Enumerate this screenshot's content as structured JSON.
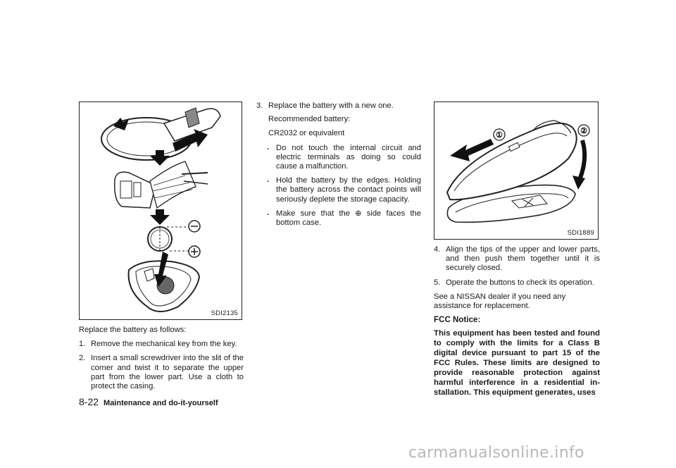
{
  "left_column": {
    "figure_code": "SDI2135",
    "intro": "Replace the battery as follows:",
    "steps": [
      {
        "num": "1.",
        "text": "Remove the mechanical key from the key."
      },
      {
        "num": "2.",
        "text": "Insert a small screwdriver into the slit of the corner and twist it to separate the upper part from the lower part. Use a cloth to protect the casing."
      }
    ]
  },
  "middle_column": {
    "step3": {
      "num": "3.",
      "text": "Replace the battery with a new one."
    },
    "recommended_label": "Recommended battery:",
    "battery_type": "CR2032 or equivalent",
    "bullets": [
      "Do not touch the internal circuit and electric terminals as doing so could cause a malfunction.",
      "Hold the battery by the edges. Holding the battery across the contact points will seriously deplete the storage capacity.",
      "Make sure that the ⊕ side faces the bottom case."
    ],
    "bullet_symbol": "."
  },
  "right_column": {
    "figure_code": "SDI1889",
    "figure_labels": [
      "①",
      "②"
    ],
    "steps": [
      {
        "num": "4.",
        "text": "Align the tips of the upper and lower parts, and then push them together until it is securely closed."
      },
      {
        "num": "5.",
        "text": "Operate the buttons to check its operation."
      }
    ],
    "dealer_note": "See a NISSAN dealer if you need any assistance for replacement.",
    "fcc_heading": "FCC Notice:",
    "fcc_text": "This equipment has been tested and found to comply with the limits for a Class B digital device pursuant to part 15 of the FCC Rules. These limits are designed to provide reasonable protection against harmful interference in a residential in-stallation. This equipment generates, uses"
  },
  "footer": {
    "page_number": "8-22",
    "section_title": "Maintenance and do-it-yourself"
  },
  "watermark": "carmanualsonline.info"
}
